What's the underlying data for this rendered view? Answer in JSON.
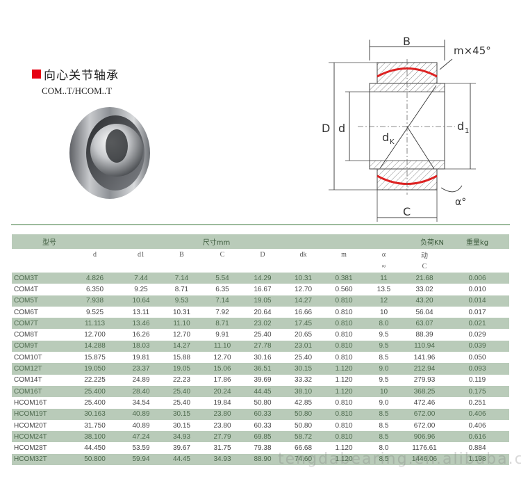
{
  "product": {
    "title": "向心关节轴承",
    "subtitle": "COM..T/HCOM..T"
  },
  "drawing": {
    "labels": {
      "B": "B",
      "chamfer": "m×45°",
      "D": "D",
      "d": "d",
      "dk": "d",
      "dk_sub": "K",
      "d1": "d",
      "d1_sub": "1",
      "C": "C",
      "alpha": "α°"
    }
  },
  "table": {
    "header_model": "型号",
    "header_dims": "尺寸mm",
    "header_load": "负荷KN",
    "header_weight": "重量kg",
    "subheaders": [
      "",
      "d",
      "d1",
      "B",
      "C",
      "D",
      "dk",
      "m",
      "α",
      "动",
      ""
    ],
    "subheaders2": [
      "",
      "",
      "",
      "",
      "",
      "",
      "",
      "",
      "≈",
      "C",
      ""
    ],
    "rows": [
      [
        "COM3T",
        "4.826",
        "7.44",
        "7.14",
        "5.54",
        "14.29",
        "10.31",
        "0.381",
        "11",
        "21.68",
        "0.006"
      ],
      [
        "COM4T",
        "6.350",
        "9.25",
        "8.71",
        "6.35",
        "16.67",
        "12.70",
        "0.560",
        "13.5",
        "33.02",
        "0.010"
      ],
      [
        "COM5T",
        "7.938",
        "10.64",
        "9.53",
        "7.14",
        "19.05",
        "14.27",
        "0.810",
        "12",
        "43.20",
        "0.014"
      ],
      [
        "COM6T",
        "9.525",
        "13.11",
        "10.31",
        "7.92",
        "20.64",
        "16.66",
        "0.810",
        "10",
        "56.04",
        "0.017"
      ],
      [
        "COM7T",
        "11.113",
        "13.46",
        "11.10",
        "8.71",
        "23.02",
        "17.45",
        "0.810",
        "8.0",
        "63.07",
        "0.021"
      ],
      [
        "COM8T",
        "12.700",
        "16.26",
        "12.70",
        "9.91",
        "25.40",
        "20.65",
        "0.810",
        "9.5",
        "88.39",
        "0.029"
      ],
      [
        "COM9T",
        "14.288",
        "18.03",
        "14.27",
        "11.10",
        "27.78",
        "23.01",
        "0.810",
        "9.5",
        "110.94",
        "0.039"
      ],
      [
        "COM10T",
        "15.875",
        "19.81",
        "15.88",
        "12.70",
        "30.16",
        "25.40",
        "0.810",
        "8.5",
        "141.96",
        "0.050"
      ],
      [
        "COM12T",
        "19.050",
        "23.37",
        "19.05",
        "15.06",
        "36.51",
        "30.15",
        "1.120",
        "9.0",
        "212.94",
        "0.093"
      ],
      [
        "COM14T",
        "22.225",
        "24.89",
        "22.23",
        "17.86",
        "39.69",
        "33.32",
        "1.120",
        "9.5",
        "279.93",
        "0.119"
      ],
      [
        "COM16T",
        "25.400",
        "28.40",
        "25.40",
        "20.24",
        "44.45",
        "38.10",
        "1.120",
        "10",
        "368.25",
        "0.175"
      ],
      [
        "HCOM16T",
        "25.400",
        "34.54",
        "25.40",
        "19.84",
        "50.80",
        "42.85",
        "0.810",
        "9.0",
        "472.46",
        "0.251"
      ],
      [
        "HCOM19T",
        "30.163",
        "40.89",
        "30.15",
        "23.80",
        "60.33",
        "50.80",
        "0.810",
        "8.5",
        "672.00",
        "0.406"
      ],
      [
        "HCOM20T",
        "31.750",
        "40.89",
        "30.15",
        "23.80",
        "60.33",
        "50.80",
        "0.810",
        "8.5",
        "672.00",
        "0.406"
      ],
      [
        "HCOM24T",
        "38.100",
        "47.24",
        "34.93",
        "27.79",
        "69.85",
        "58.72",
        "0.810",
        "8.5",
        "906.96",
        "0.616"
      ],
      [
        "HCOM28T",
        "44.450",
        "53.59",
        "39.67",
        "31.75",
        "79.38",
        "66.68",
        "1.120",
        "8.0",
        "1176.61",
        "0.884"
      ],
      [
        "HCOM32T",
        "50.800",
        "59.94",
        "44.45",
        "34.93",
        "88.90",
        "74.60",
        "1.120",
        "8.5",
        "1446.06",
        "1.198"
      ]
    ]
  },
  "watermark": "tengdabearing.en.alibaba.com",
  "colors": {
    "accent": "#e60012",
    "row_band": "#b9cbb9",
    "rule": "#9dbb9d"
  }
}
